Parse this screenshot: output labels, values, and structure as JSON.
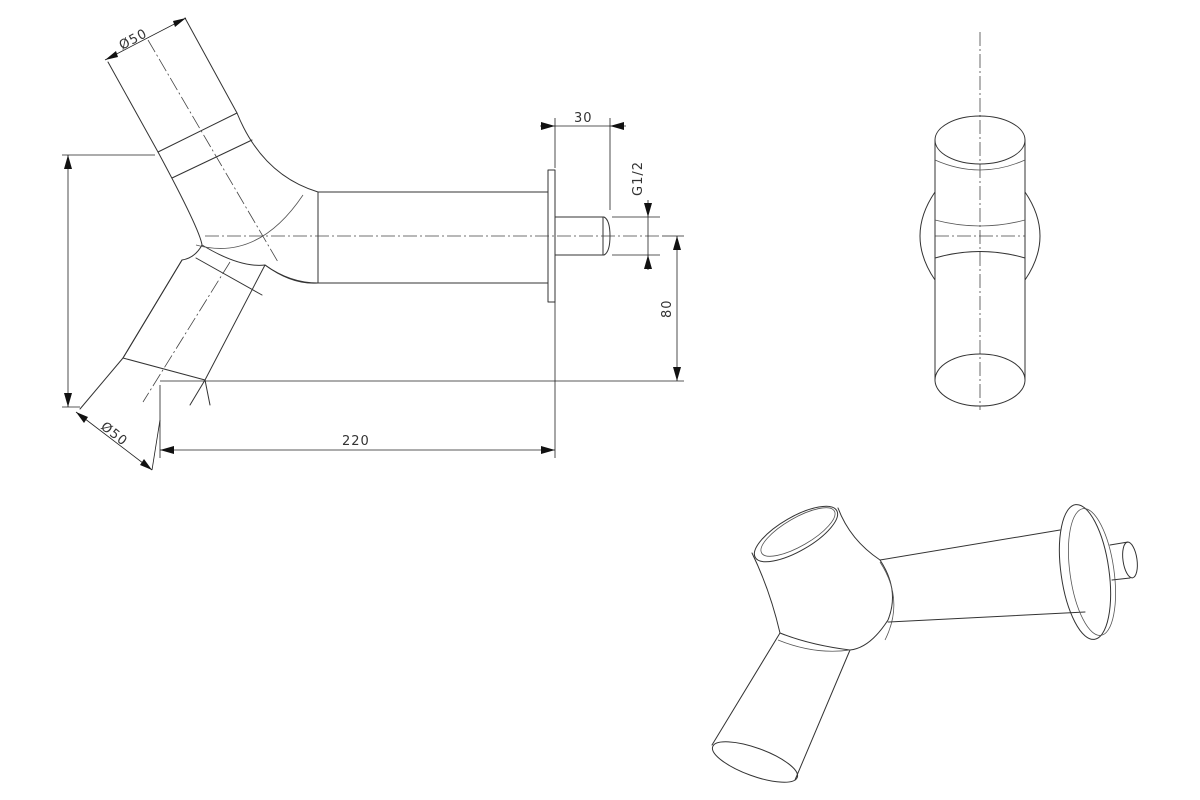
{
  "dimensions": {
    "top_outlet_diameter": "Ø50",
    "bottom_outlet_diameter": "Ø50",
    "flange_projection": "30",
    "thread_size": "G1/2",
    "height_offset": "80",
    "overall_length": "220"
  },
  "views": [
    "front-view",
    "side-view",
    "isometric-view"
  ]
}
